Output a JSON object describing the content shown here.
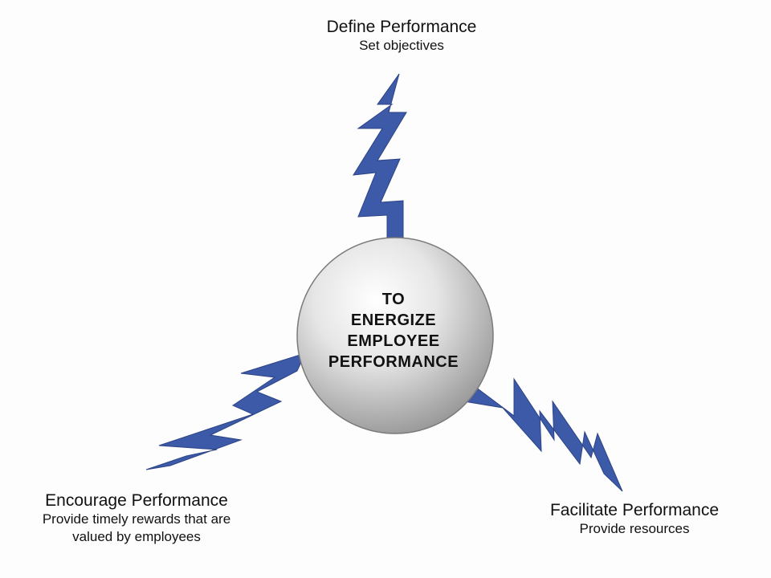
{
  "colors": {
    "bolt": "#3d5aa8",
    "bolt_edge": "#2c4386",
    "sphere_light": "#ffffff",
    "sphere_dark": "#9a9a9a"
  },
  "center": {
    "lines": [
      "TO",
      "ENERGIZE",
      "EMPLOYEE",
      "PERFORMANCE"
    ]
  },
  "nodes": {
    "define": {
      "title": "Define Performance",
      "subtitle": "Set objectives"
    },
    "encourage": {
      "title": "Encourage Performance",
      "subtitle_line1": "Provide timely rewards that are",
      "subtitle_line2": "valued by employees"
    },
    "facilitate": {
      "title": "Facilitate Performance",
      "subtitle": "Provide resources"
    }
  }
}
